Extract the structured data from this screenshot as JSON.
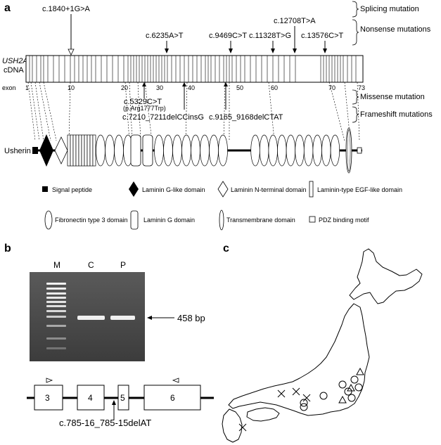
{
  "panel_a": {
    "letter": "a",
    "gene_name": "USH2A",
    "gene_suffix": "cDNA",
    "exon_prefix": "exon",
    "exon_numbers": [
      "1",
      "10",
      "20",
      "30",
      "40",
      "50",
      "60",
      "70",
      "73"
    ],
    "mutations_top": [
      {
        "label": "c.1840+1G>A",
        "type": "splicing"
      },
      {
        "label": "c.6235A>T",
        "type": "nonsense"
      },
      {
        "label": "c.9469C>T",
        "type": "nonsense"
      },
      {
        "label": "c.11328T>G",
        "type": "nonsense"
      },
      {
        "label": "c.12708T>A",
        "type": "nonsense"
      },
      {
        "label": "c.13576C>T",
        "type": "nonsense"
      }
    ],
    "mutations_bottom": [
      {
        "label": "c.5329C>T",
        "sublabel": "(p.Arg1777Trp)",
        "type": "missense"
      },
      {
        "label": "c.7210_7211delCCinsG",
        "type": "frameshift"
      },
      {
        "label": "c.9165_9168delCTAT",
        "type": "frameshift"
      }
    ],
    "category_labels": {
      "splicing": "Splicing mutation",
      "nonsense": "Nonsense mutations",
      "missense": "Missense mutation",
      "frameshift": "Frameshift mutations"
    },
    "protein_name": "Usherin",
    "legend": [
      {
        "label": "Signal peptide",
        "icon": "filled-square-icon"
      },
      {
        "label": "Laminin G-like domain",
        "icon": "filled-diamond-icon"
      },
      {
        "label": "Laminin N-terminal domain",
        "icon": "open-diamond-icon"
      },
      {
        "label": "Laminin-type EGF-like domain",
        "icon": "tall-rectangle-icon"
      },
      {
        "label": "Fibronectin type 3 domain",
        "icon": "ellipse-icon"
      },
      {
        "label": "Laminin G domain",
        "icon": "rounded-rectangle-icon"
      },
      {
        "label": "Transmembrane domain",
        "icon": "narrow-ellipse-icon"
      },
      {
        "label": "PDZ binding motif",
        "icon": "small-square-icon"
      }
    ]
  },
  "panel_b": {
    "letter": "b",
    "lanes": [
      "M",
      "C",
      "P"
    ],
    "band_label": "458 bp",
    "exons": [
      "3",
      "4",
      "5",
      "6"
    ],
    "mutation": "c.785-16_785-15delAT"
  },
  "panel_c": {
    "letter": "c",
    "marker_legend": [
      {
        "symbol": "×",
        "name": "cross-marker"
      },
      {
        "symbol": "○",
        "name": "circle-marker"
      },
      {
        "symbol": "△",
        "name": "triangle-marker"
      }
    ]
  }
}
